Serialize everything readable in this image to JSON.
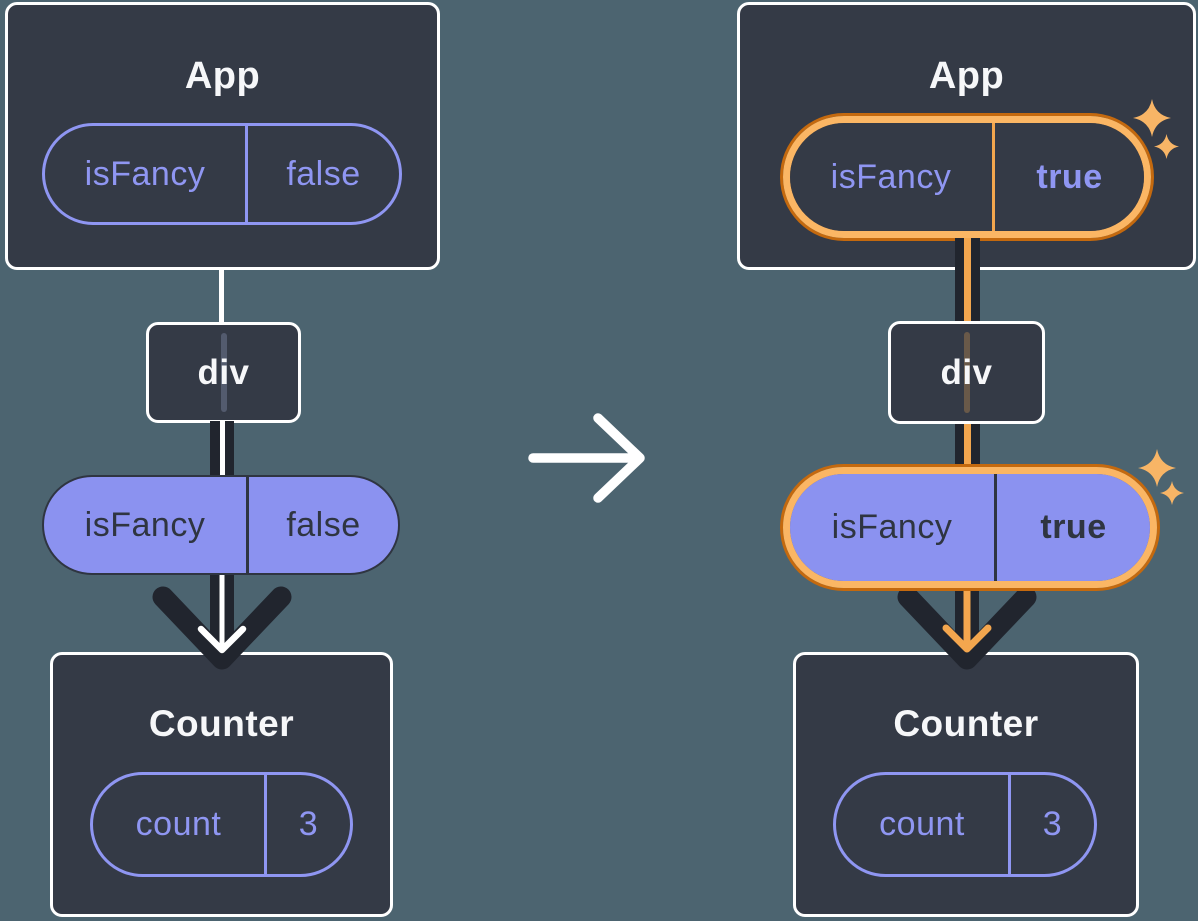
{
  "colors": {
    "background": "#4C6470",
    "card": "#343A46",
    "card_border": "#FFFFFF",
    "purple": "#8F96F2",
    "purple_fill": "#8B92F0",
    "dark_stroke": "#21252E",
    "dark_text": "#2F3541",
    "highlight_band": "#FBB664",
    "highlight_ring": "#C4690E",
    "highlight_flow": "#F3A64E",
    "sparkle": "#F8B566"
  },
  "icons": {
    "transition": "arrow-right-icon",
    "flow": "arrow-down-icon",
    "sparkle": "sparkle-icon"
  },
  "panels": [
    {
      "state": "before",
      "app": {
        "title": "App",
        "pill": {
          "key": "isFancy",
          "value": "false"
        },
        "highlighted": false
      },
      "div": {
        "label": "div"
      },
      "prop_pill": {
        "key": "isFancy",
        "value": "false",
        "highlighted": false
      },
      "counter": {
        "title": "Counter",
        "pill": {
          "key": "count",
          "value": "3"
        }
      }
    },
    {
      "state": "after",
      "app": {
        "title": "App",
        "pill": {
          "key": "isFancy",
          "value": "true"
        },
        "highlighted": true
      },
      "div": {
        "label": "div"
      },
      "prop_pill": {
        "key": "isFancy",
        "value": "true",
        "highlighted": true
      },
      "counter": {
        "title": "Counter",
        "pill": {
          "key": "count",
          "value": "3"
        }
      }
    }
  ]
}
